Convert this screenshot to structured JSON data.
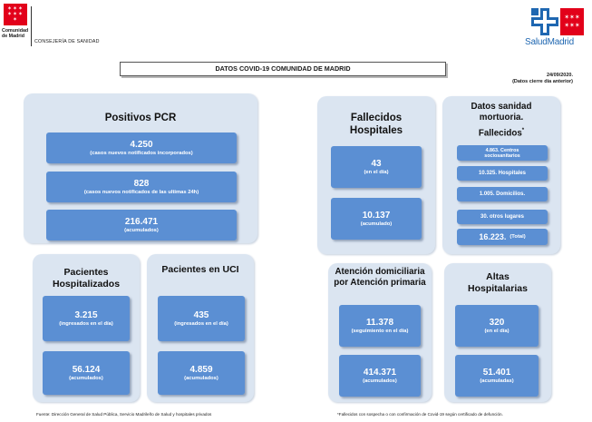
{
  "header": {
    "cm_logo_name": "Comunidad de Madrid",
    "cm_department": "CONSEJERÍA DE SANIDAD",
    "salud_madrid": "SaludMadrid",
    "title": "DATOS COVID-19 COMUNIDAD DE MADRID",
    "date": "24/09/2020.",
    "date_note": "(Datos cierre día anterior)"
  },
  "colors": {
    "tile": "#5b8fd3",
    "panel": "#dbe5f1",
    "flag": "#e2001a",
    "salud_blue": "#1f67b1"
  },
  "pcr": {
    "title": "Positivos PCR",
    "items": [
      {
        "value": "4.250",
        "label": "(casos nuevos notificados incorporados)"
      },
      {
        "value": "828",
        "label": "(casos nuevos notificados de las ultimas 24h)"
      },
      {
        "value": "216.471",
        "label": "(acumulados)"
      }
    ]
  },
  "fallecidos_hospitales": {
    "title": "Fallecidos Hospitales",
    "items": [
      {
        "value": "43",
        "label": "(en el día)"
      },
      {
        "value": "10.137",
        "label": "(acumulado)"
      }
    ]
  },
  "mortuoria": {
    "title": "Datos sanidad mortuoria.",
    "subtitle": "Fallecidos",
    "marker": "*",
    "items": [
      "4.863. Centros sociosanitarios",
      "10.325. Hospitales",
      "1.005. Domicilios.",
      "30. otros lugares"
    ],
    "total_value": "16.223.",
    "total_label": "(Total)"
  },
  "hospitalizados": {
    "title": "Pacientes Hospitalizados",
    "items": [
      {
        "value": "3.215",
        "label": "(ingresados en el día)"
      },
      {
        "value": "56.124",
        "label": "(acumulados)"
      }
    ]
  },
  "uci": {
    "title": "Pacientes en UCI",
    "items": [
      {
        "value": "435",
        "label": "(ingresados en el día)"
      },
      {
        "value": "4.859",
        "label": "(acumulados)"
      }
    ]
  },
  "domiciliaria": {
    "title": "Atención domiciliaria por Atención primaria",
    "items": [
      {
        "value": "11.378",
        "label": "(seguimiento en el día)"
      },
      {
        "value": "414.371",
        "label": "(acumulados)"
      }
    ]
  },
  "altas": {
    "title": "Altas Hospitalarias",
    "items": [
      {
        "value": "320",
        "label": "(en el día)"
      },
      {
        "value": "51.401",
        "label": "(acumuladas)"
      }
    ]
  },
  "footer": {
    "source": "Fuente: Dirección General de Salud Pública, Servicio Madrileño de Salud y hospitales privados",
    "note": "*Fallecidos con sospecha o con confirmación de Covid-19 según certificado de defunción."
  }
}
